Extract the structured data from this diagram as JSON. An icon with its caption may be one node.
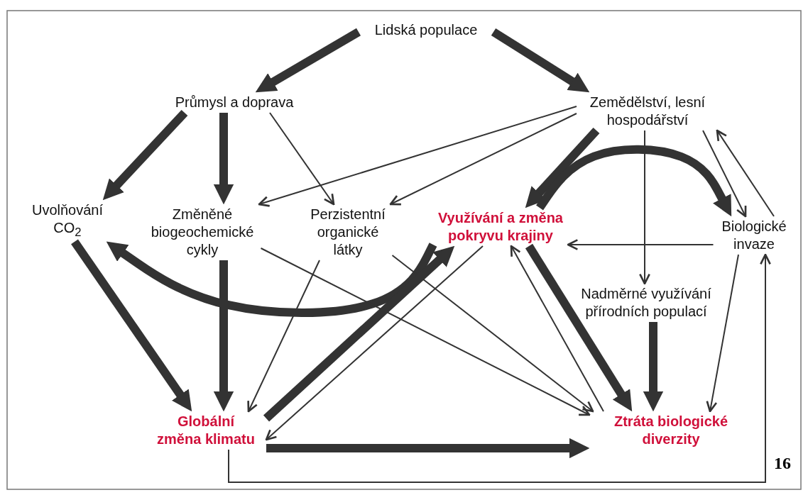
{
  "diagram": {
    "nodes": [
      {
        "text": [
          "Lidská populace"
        ]
      },
      {
        "text": [
          "Průmysl a doprava"
        ]
      },
      {
        "text": [
          "Zemědělství, lesní hospodářství"
        ]
      },
      {
        "text": [
          "Uvolňování CO$_{2}$"
        ]
      },
      {
        "text": [
          "Změněné biogeochemické cykly"
        ]
      },
      {
        "text": [
          "Perzistentní organické látky"
        ]
      },
      {
        "text": [
          "Využívání a změna pokryvu krajiny"
        ]
      },
      {
        "text": [
          "Biologické invaze"
        ]
      },
      {
        "text": [
          "Nadměrné využívání přírodních populací"
        ]
      },
      {
        "text": [
          "Globální změna klimatu"
        ]
      },
      {
        "text": [
          "Ztráta biologické diverzity"
        ]
      }
    ],
    "edges": [
      {
        "from": 0,
        "to": 1,
        "arrow": "to",
        "style": "thick"
      },
      {
        "from": 0,
        "to": 2,
        "arrow": "to",
        "style": "thick"
      },
      {
        "from": 1,
        "to": 3,
        "arrow": "to",
        "style": "thick"
      },
      {
        "from": 1,
        "to": 4,
        "arrow": "to",
        "style": "thick"
      },
      {
        "from": 1,
        "to": 5,
        "arrow": "to"
      },
      {
        "from": 2,
        "to": 4,
        "arrow": "to"
      },
      {
        "from": 2,
        "to": 5,
        "arrow": "to"
      },
      {
        "from": 2,
        "to": 6,
        "arrow": "to",
        "style": "thick"
      },
      {
        "from": 6,
        "to": 7,
        "arrow": "to",
        "style": "thick"
      },
      {
        "from": 2,
        "to": 8,
        "arrow": "to"
      },
      {
        "from": 2,
        "to": 7,
        "arrow": "to"
      },
      {
        "from": 7,
        "to": 2,
        "arrow": "to"
      },
      {
        "from": 7,
        "to": 6,
        "arrow": "to"
      },
      {
        "from": 6,
        "to": 3,
        "arrow": "to",
        "style": "thick"
      },
      {
        "from": 3,
        "to": 9,
        "arrow": "to",
        "style": "thick"
      },
      {
        "from": 4,
        "to": 9,
        "arrow": "to",
        "style": "thick"
      },
      {
        "from": 5,
        "to": 9,
        "arrow": "to"
      },
      {
        "from": 4,
        "to": 10,
        "arrow": "to"
      },
      {
        "from": 5,
        "to": 10,
        "arrow": "to"
      },
      {
        "from": 9,
        "to": 6,
        "arrow": "to",
        "style": "thick"
      },
      {
        "from": 6,
        "to": 9,
        "arrow": "to"
      },
      {
        "from": 10,
        "to": 6,
        "arrow": "to"
      },
      {
        "from": 6,
        "to": 10,
        "arrow": "to",
        "style": "thick"
      },
      {
        "from": 8,
        "to": 10,
        "arrow": "to",
        "style": "thick"
      },
      {
        "from": 7,
        "to": 10,
        "arrow": "to"
      },
      {
        "from": 9,
        "to": 7,
        "arrow": "to"
      },
      {
        "from": 9,
        "to": 10,
        "arrow": "to",
        "style": "thick"
      }
    ],
    "labels": [
      "16"
    ]
  }
}
